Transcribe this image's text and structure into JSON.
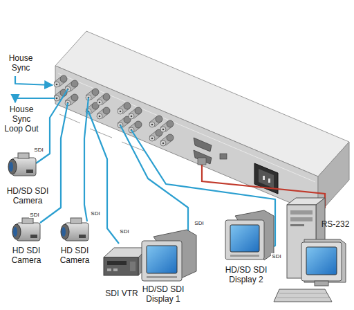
{
  "diagram": {
    "labels": [
      "House Sync",
      "House Sync Loop Out",
      "SDI",
      "HD/SD SDI Camera",
      "SDI",
      "HD SDI Camera",
      "SDI",
      "HD SDI Camera",
      "SDI",
      "SDI VTR",
      "SDI",
      "HD/SD SDI Display 1",
      "SDI",
      "HD/SD SDI Display 2",
      "RS-232"
    ]
  }
}
